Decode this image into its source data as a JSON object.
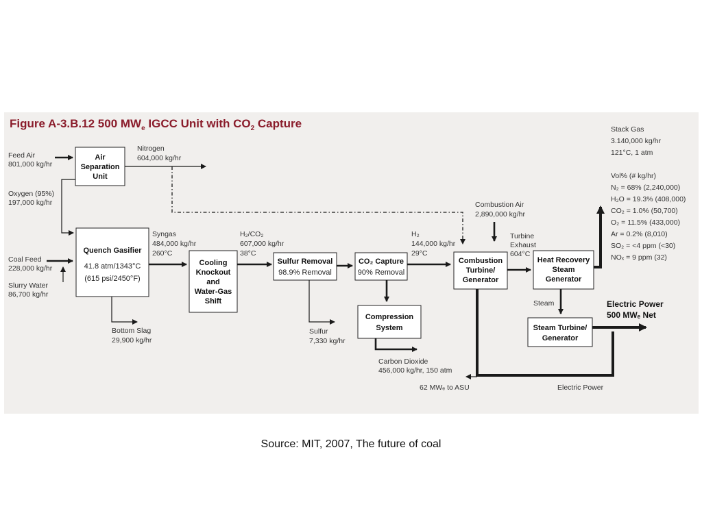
{
  "figure": {
    "title": "Figure A-3.B.12     500 MW",
    "title_sub": "e",
    "title_rest": " IGCC Unit with CO",
    "title_sub2": "2",
    "title_end": " Capture",
    "background": "#f1efed",
    "title_color": "#8a1c2b"
  },
  "inputs": {
    "feed_air": [
      "Feed Air",
      "801,000 kg/hr"
    ],
    "oxygen": [
      "Oxygen (95%)",
      "197,000 kg/hr"
    ],
    "coal_feed": [
      "Coal Feed",
      "228,000 kg/hr"
    ],
    "slurry_water": [
      "Slurry Water",
      "86,700 kg/hr"
    ]
  },
  "boxes": {
    "air_sep": [
      "Air",
      "Separation",
      "Unit"
    ],
    "quench": {
      "title": "Quench Gasifier",
      "line1": "41.8 atm/1343°C",
      "line2": "(615 psi/2450°F)"
    },
    "cooling": [
      "Cooling",
      "Knockout",
      "and",
      "Water-Gas",
      "Shift"
    ],
    "sulfur_removal": {
      "title": "Sulfur Removal",
      "line1": "98.9% Removal"
    },
    "co2_capture": {
      "title": "CO₂ Capture",
      "line1": "90% Removal"
    },
    "compression": [
      "Compression",
      "System"
    ],
    "combustion": [
      "Combustion",
      "Turbine/",
      "Generator"
    ],
    "hrsg": [
      "Heat Recovery",
      "Steam",
      "Generator"
    ],
    "steam_turbine": [
      "Steam Turbine/",
      "Generator"
    ]
  },
  "streams": {
    "nitrogen": [
      "Nitrogen",
      "604,000 kg/hr"
    ],
    "syngas": [
      "Syngas",
      "484,000 kg/hr",
      "260°C"
    ],
    "h2co2": [
      "H₂/CO₂",
      "607,000 kg/hr",
      "38°C"
    ],
    "h2": [
      "H₂",
      "144,000 kg/hr",
      "29°C"
    ],
    "combustion_air": [
      "Combustion Air",
      "2,890,000 kg/hr"
    ],
    "turbine_exhaust": [
      "Turbine",
      "Exhaust",
      "604°C"
    ],
    "bottom_slag": [
      "Bottom Slag",
      "29,900 kg/hr"
    ],
    "sulfur": [
      "Sulfur",
      "7,330 kg/hr"
    ],
    "carbon_dioxide": [
      "Carbon Dioxide",
      "456,000 kg/hr, 150 atm"
    ],
    "asu_power": "62 MWₑ to  ASU",
    "electric_power_return": "Electric Power",
    "steam": "Steam"
  },
  "stack_gas": {
    "lines": [
      "Stack Gas",
      "3.140,000 kg/hr",
      "121°C, 1 atm"
    ],
    "comp_header": "Vol% (# kg/hr)",
    "components": [
      "N₂ = 68% (2,240,000)",
      "H₂O = 19.3% (408,000)",
      "CO₂ = 1.0% (50,700)",
      "O₂ = 11.5% (433,000)",
      "Ar = 0.2% (8,010)",
      "SO₂ = <4 ppm (<30)",
      "NOₓ = 9 ppm (32)"
    ]
  },
  "output": [
    "Electric Power",
    "500 MWₑ Net"
  ],
  "source": "Source: MIT, 2007,  The future of coal"
}
